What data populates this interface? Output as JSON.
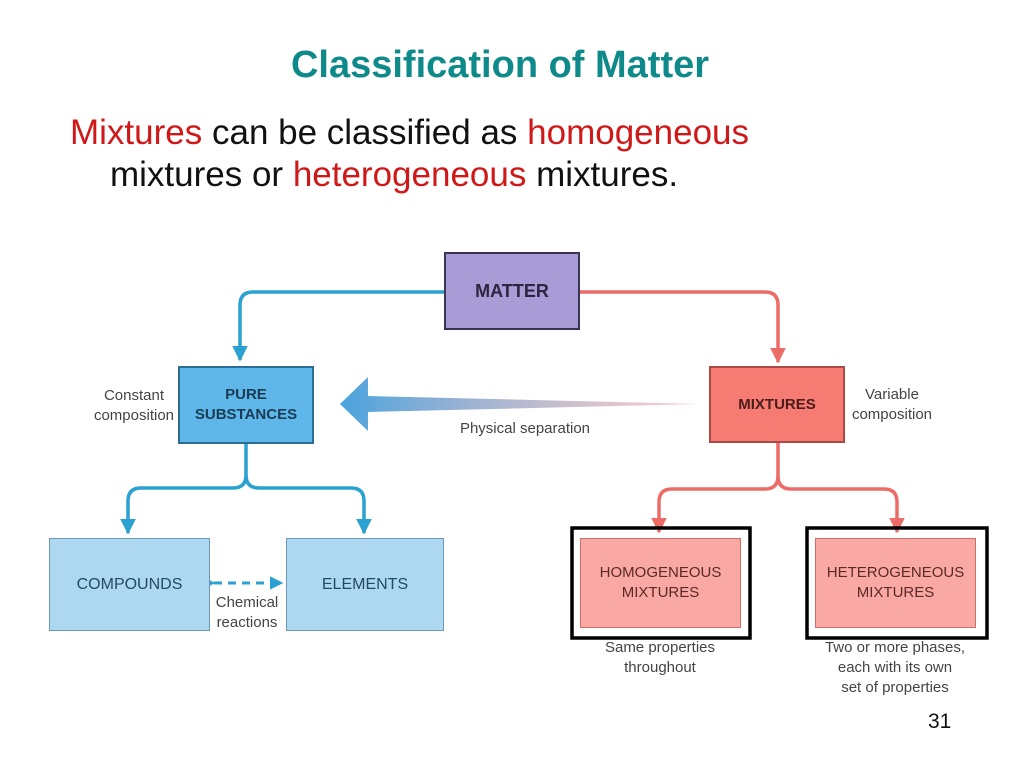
{
  "slide": {
    "title": "Classification of Matter",
    "subtitle": {
      "w1": "Mixtures",
      "t1": " can be classified as ",
      "w2": "homogeneous",
      "t2": "mixtures or ",
      "w3": "heterogeneous",
      "t3": " mixtures."
    },
    "page_number": "31"
  },
  "diagram": {
    "nodes": {
      "matter": "MATTER",
      "pure": "PURE\nSUBSTANCES",
      "mixtures": "MIXTURES",
      "compounds": "COMPOUNDS",
      "elements": "ELEMENTS",
      "homogeneous": "HOMOGENEOUS\nMIXTURES",
      "heterogeneous": "HETEROGENEOUS\nMIXTURES"
    },
    "annotations": {
      "constant": "Constant\ncomposition",
      "variable": "Variable\ncomposition",
      "physical": "Physical separation",
      "chemical": "Chemical\nreactions",
      "same": "Same properties\nthroughout",
      "two": "Two or more phases,\neach with its own\nset of properties"
    },
    "colors": {
      "matter": "#a89bd6",
      "pure": "#5fb6e8",
      "light_blue": "#aed7f2",
      "mixtures": "#f57b73",
      "light_red": "#f9a8a3",
      "blue_line": "#2aa1d1",
      "red_line": "#ec6d68"
    }
  }
}
